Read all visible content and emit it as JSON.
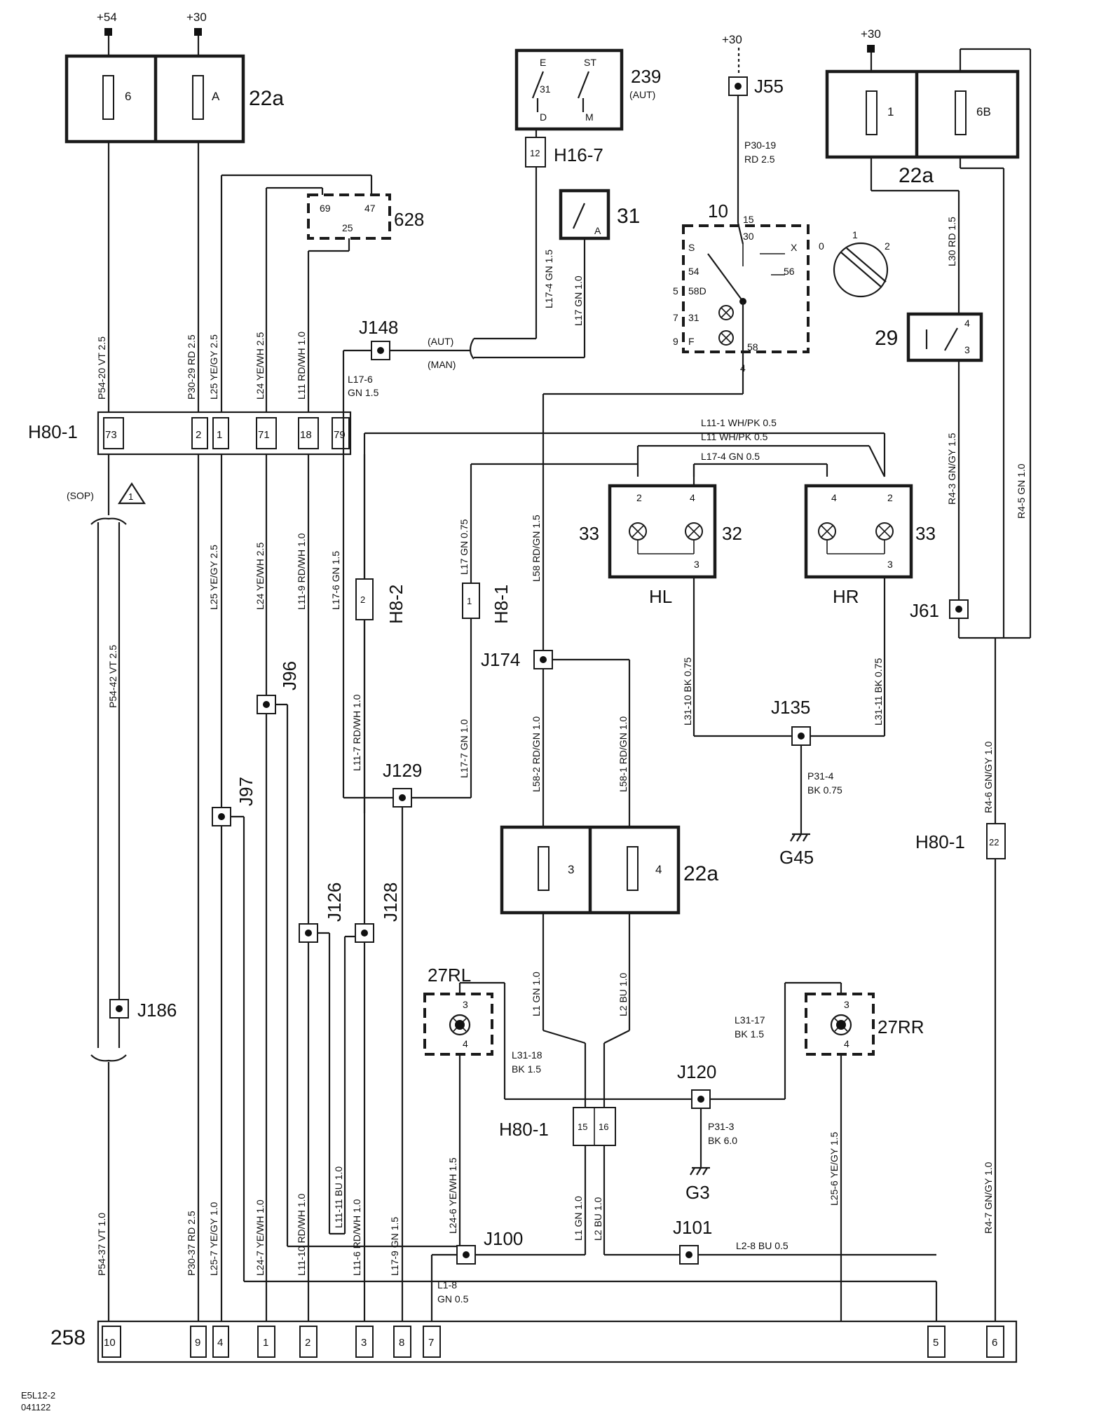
{
  "supplies": {
    "p54": "+54",
    "p30a": "+30",
    "p30b": "+30",
    "p30c": "+30"
  },
  "components": {
    "c22a_top_left": "22a",
    "fuse6": "6",
    "fuseA": "A",
    "c22a_top_right": "22a",
    "fuse1": "1",
    "fuse6B": "6B",
    "c22a_mid": "22a",
    "fuse3": "3",
    "fuse4": "4",
    "c239": "239",
    "c239_sub": "(AUT)",
    "c239_e": "E",
    "c239_st": "ST",
    "c239_31": "31",
    "c239_d": "D",
    "c239_m": "M",
    "c628": "628",
    "c628_69": "69",
    "c628_47": "47",
    "c628_25": "25",
    "c31": "31",
    "c31_a": "A",
    "c10": "10",
    "c10_15": "15",
    "c10_30": "30",
    "c10_s": "S",
    "c10_x": "X",
    "c10_54": "54",
    "c10_56": "56",
    "c10_5": "5",
    "c10_58d": "58D",
    "c10_7": "7",
    "c10_31": "31",
    "c10_9": "9",
    "c10_f": "F",
    "c10_58": "58",
    "c10_4": "4",
    "key_0": "0",
    "key_1": "1",
    "key_2": "2",
    "c29": "29",
    "c29_4": "4",
    "c29_3": "3",
    "c33_left": "33",
    "c32": "32",
    "c33_right": "33",
    "hl": "HL",
    "hr": "HR",
    "hl_2": "2",
    "hl_4": "4",
    "hl_3": "3",
    "hr_4": "4",
    "hr_2": "2",
    "hr_3": "3",
    "c27rl": "27RL",
    "c27rr": "27RR",
    "c27rl_3": "3",
    "c27rl_4": "4",
    "c27rr_3": "3",
    "c27rr_4": "4",
    "g45": "G45",
    "g3": "G3",
    "c258": "258"
  },
  "connectors": {
    "h80_1_top": "H80-1",
    "h80_1_right": "H80-1",
    "h80_1_bottom": "H80-1",
    "h16_7": "H16-7",
    "h16_7_pin": "12",
    "h8_2": "H8-2",
    "h8_2_pin": "2",
    "h8_1": "H8-1",
    "h8_1_pin": "1",
    "h80_pins": [
      "73",
      "2",
      "1",
      "71",
      "18",
      "79"
    ],
    "h80_right_pin": "22",
    "h80_bottom_pins": [
      "15",
      "16"
    ],
    "c258_pins": [
      "10",
      "9",
      "4",
      "1",
      "2",
      "3",
      "8",
      "7",
      "5",
      "6"
    ]
  },
  "splices": {
    "j55": "J55",
    "j148": "J148",
    "j174": "J174",
    "j61": "J61",
    "j135": "J135",
    "j96": "J96",
    "j97": "J97",
    "j129": "J129",
    "j126": "J126",
    "j128": "J128",
    "j186": "J186",
    "j120": "J120",
    "j100": "J100",
    "j101": "J101"
  },
  "wires": {
    "p54_20": "P54-20  VT  2.5",
    "p30_29": "P30-29  RD  2.5",
    "l25": "L25  YE/GY  2.5",
    "l24": "L24  YE/WH  2.5",
    "l11": "L11  RD/WH 1.0",
    "l17_6_a": "L17-6",
    "l17_6_b": "GN  1.5",
    "aut": "(AUT)",
    "man": "(MAN)",
    "l17_4_gn": "L17-4  GN  1.5",
    "l17_gn10": "L17  GN  1.0",
    "p30_19_a": "P30-19",
    "p30_19_b": "RD  2.5",
    "l30": "L30  RD  1.5",
    "l11_1": "L11-1  WH/PK 0.5",
    "l11_wh": "L11  WH/PK 0.5",
    "l17_4_05": "L17-4  GN  0.5",
    "r4_3": "R4-3  GN/GY 1.5",
    "r4_5": "R4-5  GN  1.0",
    "sop": "(SOP)",
    "sop_tri": "1",
    "p54_42": "P54-42  VT  2.5",
    "l25_yegy": "L25  YE/GY 2.5",
    "l24_yewh": "L24  YE/WH 2.5",
    "l11_9": "L11-9  RD/WH 1.0",
    "l17_6_gn": "L17-6  GN  1.5",
    "l17_gn075": "L17  GN  0.75",
    "l58": "L58  RD/GN  1.5",
    "l31_10": "L31-10  BK  0.75",
    "l31_11": "L31-11  BK  0.75",
    "l11_7": "L11-7  RD/WH  1.0",
    "l17_7": "L17-7  GN  1.0",
    "l58_2": "L58-2  RD/GN  1.0",
    "l58_1": "L58-1  RD/GN  1.0",
    "p31_4_a": "P31-4",
    "p31_4_b": "BK 0.75",
    "r4_6": "R4-6  GN/GY  1.0",
    "l1_gn": "L1  GN  1.0",
    "l2_bu": "L2  BU  1.0",
    "l31_18_a": "L31-18",
    "l31_18_b": "BK  1.5",
    "l31_17_a": "L31-17",
    "l31_17_b": "BK  1.5",
    "p31_3_a": "P31-3",
    "p31_3_b": "BK 6.0",
    "p54_37": "P54-37  VT  1.0",
    "p30_37": "P30-37  RD  2.5",
    "l25_7": "L25-7  YE/GY  1.0",
    "l24_7": "L24-7  YE/WH  1.0",
    "l11_10": "L11-10  RD/WH  1.0",
    "l11_11": "L11-11  BU 1.0",
    "l11_6": "L11-6  RD/WH  1.0",
    "l17_9": "L17-9  GN  1.5",
    "l24_6": "L24-6  YE/WH  1.5",
    "l25_6": "L25-6  YE/GY  1.5",
    "r4_7": "R4-7  GN/GY  1.0",
    "l1_gn_b": "L1  GN  1.0",
    "l2_bu_b": "L2  BU  1.0",
    "l1_8_a": "L1-8",
    "l1_8_b": "GN  0.5",
    "l2_8": "L2-8  BU  0.5"
  },
  "footer": {
    "code": "E5L12-2",
    "date": "041122"
  }
}
